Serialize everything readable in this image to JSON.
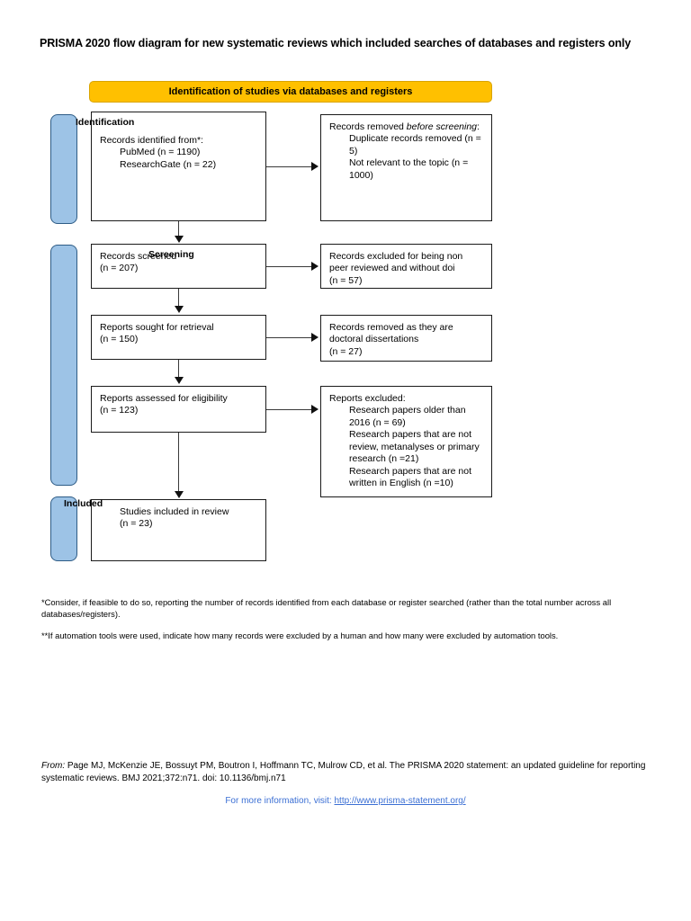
{
  "page": {
    "title": "PRISMA 2020 flow diagram for new systematic reviews which included searches of databases and registers only"
  },
  "banner": {
    "label": "Identification of studies via databases and registers",
    "color": "#FFC000"
  },
  "stages": {
    "identification": "Identification",
    "screening": "Screening",
    "included": "Included",
    "bar_color": "#9DC3E6"
  },
  "boxes": {
    "records_identified": {
      "heading": "Records identified from*:",
      "items": [
        "PubMed (n = 1190)",
        "ResearchGate (n = 22)"
      ]
    },
    "records_removed_before_screening": {
      "heading_pre": "Records removed ",
      "heading_italic": "before screening",
      "heading_post": ":",
      "items": [
        "Duplicate records removed (n = 5)",
        "Not relevant to the topic (n = 1000)"
      ]
    },
    "records_screened": {
      "line1": "Records screened",
      "line2": "(n = 207)"
    },
    "records_excluded_non_peer": {
      "line1": "Records excluded for being non peer reviewed and without doi",
      "line2": "(n = 57)"
    },
    "reports_sought": {
      "line1": "Reports sought for retrieval",
      "line2": "(n = 150)"
    },
    "records_removed_dissertations": {
      "line1": "Records removed as they are doctoral dissertations",
      "line2": "(n = 27)"
    },
    "reports_assessed": {
      "line1": "Reports assessed for eligibility",
      "line2": "(n = 123)"
    },
    "reports_excluded": {
      "heading": "Reports excluded:",
      "items": [
        "Research papers older than 2016 (n = 69)",
        "Research papers that are not review, metanalyses or primary research (n =21)",
        "Research papers that are not written in English (n =10)"
      ]
    },
    "studies_included": {
      "line1": "Studies included in review",
      "line2": "(n = 23)"
    }
  },
  "footnotes": {
    "note1": "*Consider, if feasible to do so, reporting the number of records identified from each database or register searched (rather than the total number across all databases/registers).",
    "note2": "**If automation tools were used, indicate how many records were excluded by a human and how many were excluded by automation tools."
  },
  "citation": {
    "from_label": "From:",
    "text": "  Page MJ, McKenzie JE, Bossuyt PM, Boutron I, Hoffmann TC, Mulrow CD, et al. The PRISMA 2020 statement: an updated guideline for reporting systematic reviews. BMJ 2021;372:n71. doi: 10.1136/bmj.n71",
    "more_info_prefix": "For more information, visit: ",
    "link_text": "http://www.prisma-statement.org/",
    "link_color": "#3b6fd4"
  }
}
